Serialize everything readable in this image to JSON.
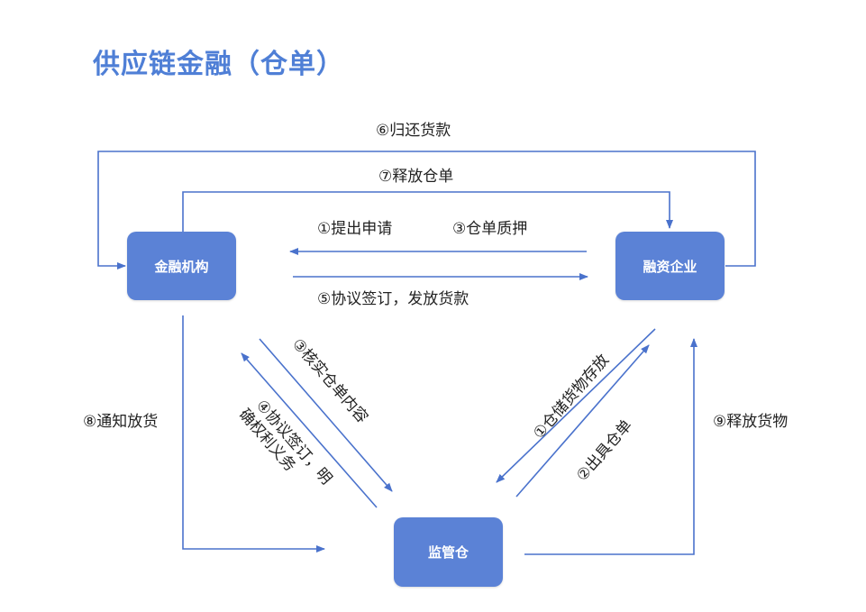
{
  "title": "供应链金融（仓单）",
  "colors": {
    "title": "#4f7fd6",
    "node_fill": "#5b82d6",
    "arrow": "#4a72cc",
    "text": "#222222"
  },
  "nodes": {
    "bank": "金融机构",
    "borrower": "融资企业",
    "warehouse": "监管仓"
  },
  "edges": {
    "repay": "⑥归还货款",
    "release_receipt": "⑦释放仓单",
    "apply": "①提出申请",
    "pledge": "③仓单质押",
    "sign_loan": "⑤协议签订，发放货款",
    "verify": "③核实仓单内容",
    "agree_line1": "④协议签订，明",
    "agree_line2": "确权利义务",
    "store": "①仓储货物存放",
    "issue": "②出具仓单",
    "notify": "⑧通知放货",
    "release_goods": "⑨释放货物"
  }
}
